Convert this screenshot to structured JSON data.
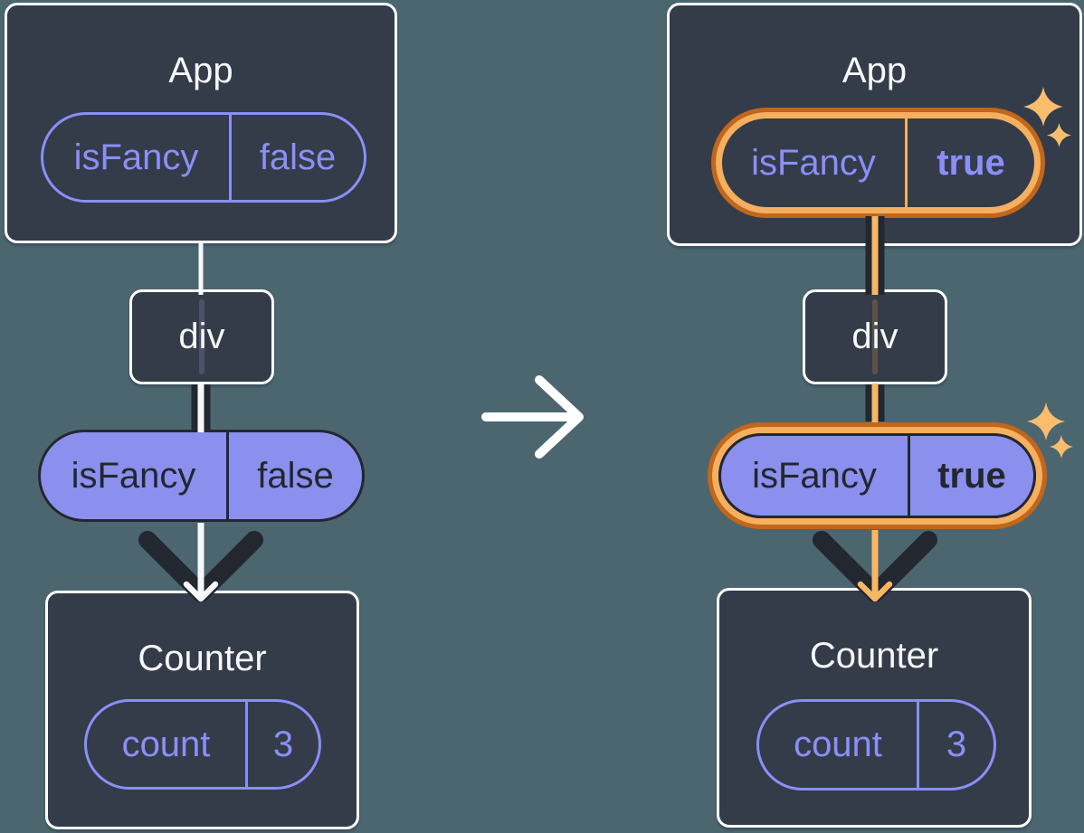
{
  "colors": {
    "background": "#4C6670",
    "card_fill": "#343C4A",
    "card_border": "#FFFFFF",
    "purple": "#8A8FF8",
    "purple_fill": "#8B90EE",
    "ink": "#23272F",
    "orange_outer": "#C2661A",
    "orange_ring": "#F5AF5E",
    "orange_line": "#F8B766",
    "sparkle": "#F8BE6E",
    "text_light": "#F6F7F9"
  },
  "before": {
    "app": {
      "title": "App",
      "state": {
        "name": "isFancy",
        "value": "false"
      }
    },
    "div": {
      "label": "div"
    },
    "prop": {
      "name": "isFancy",
      "value": "false"
    },
    "counter": {
      "title": "Counter",
      "state": {
        "name": "count",
        "value": "3"
      }
    }
  },
  "after": {
    "app": {
      "title": "App",
      "state": {
        "name": "isFancy",
        "value": "true"
      }
    },
    "div": {
      "label": "div"
    },
    "prop": {
      "name": "isFancy",
      "value": "true"
    },
    "counter": {
      "title": "Counter",
      "state": {
        "name": "count",
        "value": "3"
      }
    }
  },
  "icons": {
    "transition": "arrow-right-icon",
    "highlight": "sparkle-icon",
    "prop_flow": "arrow-down-icon"
  }
}
